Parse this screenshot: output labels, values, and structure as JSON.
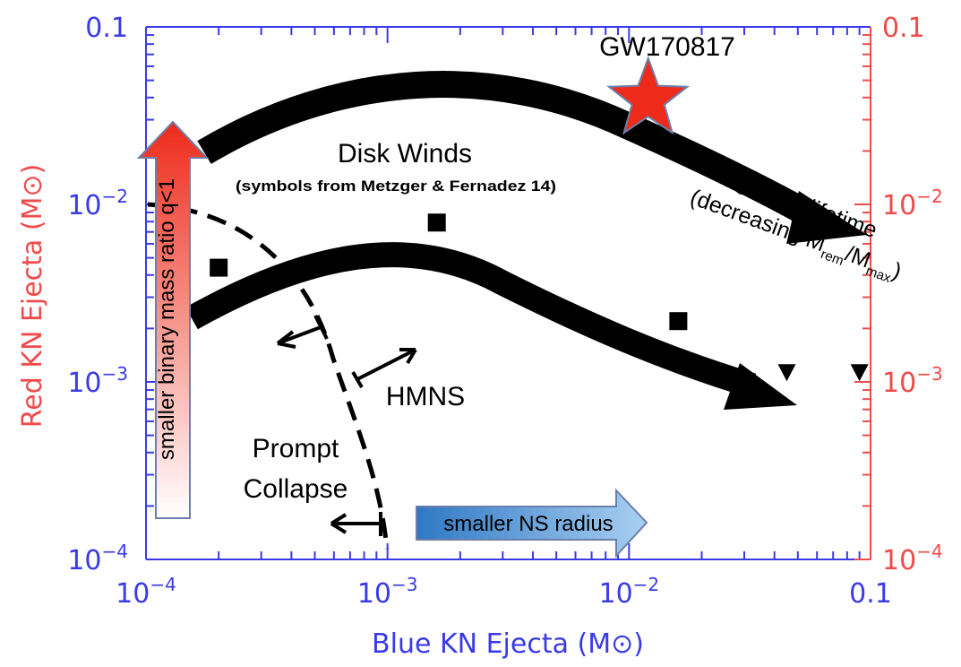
{
  "chart_data": {
    "type": "scatter",
    "xscale": "log",
    "yscale": "log",
    "xlim": [
      0.0001,
      0.1
    ],
    "ylim": [
      0.0001,
      0.1
    ],
    "xlabel": "Blue KN Ejecta (M⊙)",
    "ylabel": "Red KN Ejecta (M⊙)",
    "xticks": [
      {
        "value": 0.0001,
        "base": "10",
        "exp": "−4"
      },
      {
        "value": 0.001,
        "base": "10",
        "exp": "−3"
      },
      {
        "value": 0.01,
        "base": "10",
        "exp": "−2"
      },
      {
        "value": 0.1,
        "base": "0.1",
        "exp": ""
      }
    ],
    "yticks": [
      {
        "value": 0.0001,
        "base": "10",
        "exp": "−4"
      },
      {
        "value": 0.001,
        "base": "10",
        "exp": "−3"
      },
      {
        "value": 0.01,
        "base": "10",
        "exp": "−2"
      },
      {
        "value": 0.1,
        "base": "0.1",
        "exp": ""
      }
    ],
    "series": [
      {
        "marker": "square",
        "points": [
          [
            0.0002,
            0.0044
          ],
          [
            0.0016,
            0.0079
          ],
          [
            0.016,
            0.0022
          ]
        ]
      },
      {
        "marker": "triangle-down",
        "points": [
          [
            0.045,
            0.00112
          ],
          [
            0.09,
            0.00112
          ]
        ]
      },
      {
        "name": "GW170817",
        "marker": "star",
        "points": [
          [
            0.012,
            0.039
          ]
        ]
      }
    ],
    "annotations": {
      "gw": "GW170817",
      "disk_winds": "Disk Winds",
      "symbols_note": "(symbols from Metzger & Fernadez 14)",
      "symbols_note_year": "14",
      "lifetime_line1": "longer NS lifetime",
      "lifetime_line2_pre": "(decreasing M",
      "lifetime_sub1": "rem",
      "lifetime_mid": "/M",
      "lifetime_sub2": "max",
      "lifetime_post": ")",
      "hmns": "HMNS",
      "prompt": "Prompt",
      "collapse": "Collapse",
      "mass_ratio": "smaller binary mass ratio q<1",
      "ns_radius": "smaller NS radius"
    },
    "colors": {
      "frame_bottom_left": "#3a3ae8",
      "frame_right": "#f04a4a",
      "star": "#ee2a1a",
      "red_arrow_top": "#ee2a1a",
      "red_arrow_bottom": "#ffffff",
      "blue_arrow_left": "#2f78c4",
      "blue_arrow_right": "#a9d0f2"
    }
  }
}
